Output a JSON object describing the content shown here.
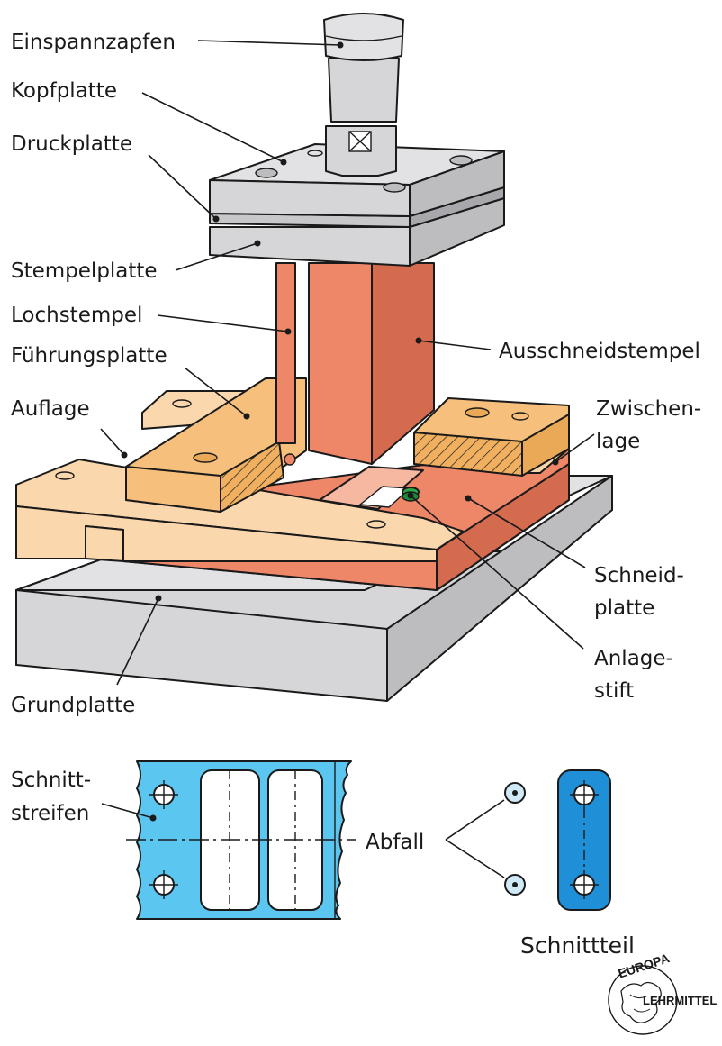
{
  "labels": {
    "einspannzapfen": "Einspannzapfen",
    "kopfplatte": "Kopfplatte",
    "druckplatte": "Druckplatte",
    "stempelplatte": "Stempelplatte",
    "lochstempel": "Lochstempel",
    "fuehrungsplatte": "Führungsplatte",
    "auflage": "Auflage",
    "ausschneidstempel": "Ausschneidstempel",
    "zwischenlage_1": "Zwischen-",
    "zwischenlage_2": "lage",
    "schneidplatte_1": "Schneid-",
    "schneidplatte_2": "platte",
    "anlagestift_1": "Anlage-",
    "anlagestift_2": "stift",
    "grundplatte": "Grundplatte",
    "schnittstreifen_1": "Schnitt-",
    "schnittstreifen_2": "streifen",
    "abfall": "Abfall",
    "schnittteil": "Schnittteil"
  },
  "logo": {
    "top": "EUROPA",
    "side": "LEHRMITTEL"
  },
  "colors": {
    "steel_light": "#d6d6d8",
    "steel_mid": "#bdbdc0",
    "steel_dark": "#a8a8ac",
    "punch": "#ee8668",
    "punch_dark": "#d46a4e",
    "guide": "#f6c07c",
    "guide_dark": "#e9a957",
    "support": "#fbd7ae",
    "strip_blue": "#5bc6ef",
    "part_blue": "#1f8fd8",
    "pin_green": "#2aa84a",
    "outline": "#1a1a1a"
  }
}
